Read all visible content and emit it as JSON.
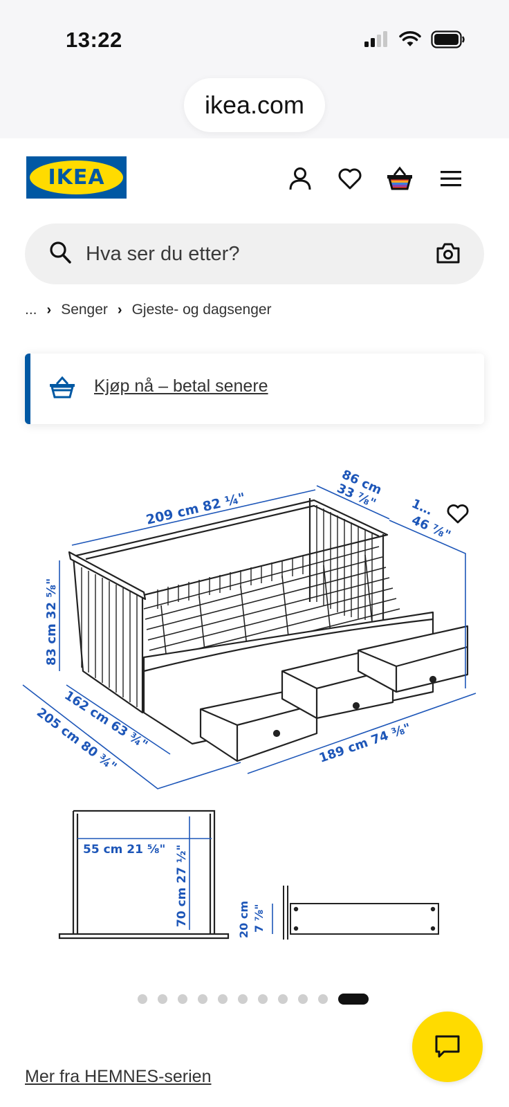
{
  "status_bar": {
    "time": "13:22"
  },
  "browser": {
    "url": "ikea.com"
  },
  "header": {
    "logo_text": "IKEA",
    "icons": [
      "user-icon",
      "heart-icon",
      "basket-icon",
      "menu-icon"
    ]
  },
  "search": {
    "placeholder": "Hva ser du etter?"
  },
  "breadcrumb": {
    "ellipsis": "...",
    "items": [
      "Senger",
      "Gjeste- og dagsenger"
    ]
  },
  "promo": {
    "link_text": "Kjøp nå – betal senere"
  },
  "product_image": {
    "dimensions": {
      "length": "209 cm 82 ¼\"",
      "depth": "86 cm",
      "depth_in": "33 ⅞\"",
      "side_cm": "1…",
      "side_in": "46 ⅞\"",
      "height": "83 cm 32 ⅝\"",
      "inner_width": "162 cm 63 ¾\"",
      "outer_width": "205 cm 80 ¾\"",
      "drawer_span": "189 cm 74 ⅜\"",
      "drawer_width": "55 cm 21 ⅝\"",
      "drawer_depth": "70 cm 27 ½\"",
      "drawer_height_cm": "20 cm",
      "drawer_height_in": "7 ⅞\""
    }
  },
  "carousel": {
    "total": 11,
    "active_index": 10
  },
  "series_link": "Mer fra HEMNES-serien",
  "colors": {
    "brand_blue": "#0058a3",
    "brand_yellow": "#ffdb00",
    "dimension_blue": "#1d56b8"
  }
}
